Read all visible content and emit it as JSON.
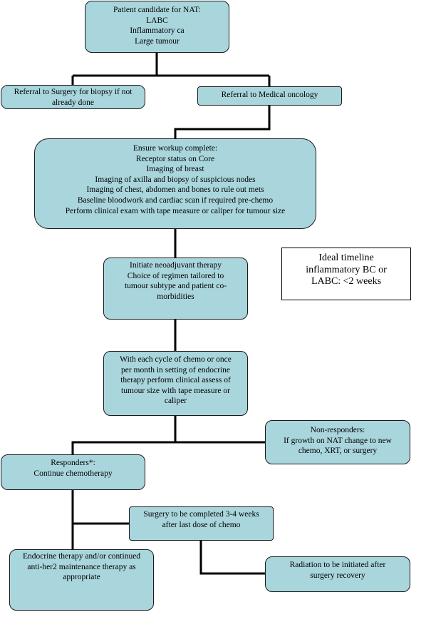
{
  "diagram": {
    "nodes": {
      "candidate": [
        "Patient candidate for NAT:",
        "LABC",
        "Inflammatory ca",
        "Large tumour"
      ],
      "surgery_referral": [
        "Referral to Surgery for biopsy if not",
        "already done"
      ],
      "oncology_referral": [
        "Referral to Medical oncology"
      ],
      "workup": [
        "Ensure workup complete:",
        "Receptor status on Core",
        "Imaging of breast",
        "Imaging of axilla and biopsy of suspicious nodes",
        "Imaging of chest, abdomen and bones to rule out mets",
        "Baseline bloodwork and cardiac scan if required pre-chemo",
        "Perform clinical exam with tape measure or caliper for tumour size"
      ],
      "initiate": [
        "Initiate neoadjuvant therapy",
        "Choice of regimen tailored to",
        "tumour subtype and patient co-",
        "morbidities"
      ],
      "monitor": [
        "With each cycle of chemo or once",
        "per month in setting of endocrine",
        "therapy perform clinical assess of",
        "tumour size with tape measure or",
        "caliper"
      ],
      "non_responders": [
        "Non-responders:",
        "If growth on NAT change to new",
        "chemo, XRT, or surgery"
      ],
      "responders": [
        "Responders*:",
        "Continue chemotherapy"
      ],
      "surgery_timing": [
        "Surgery to be completed 3-4 weeks",
        "after last dose of chemo"
      ],
      "endocrine": [
        "Endocrine therapy and/or continued",
        "anti-her2 maintenance therapy as",
        "appropriate"
      ],
      "radiation": [
        "Radiation to be initiated after",
        "surgery recovery"
      ]
    },
    "timeline_note": [
      "Ideal timeline",
      "inflammatory BC or",
      "LABC: <2 weeks"
    ],
    "colors": {
      "node_fill": "#a9d5dc",
      "border": "#1a1a1a",
      "connector": "#000000",
      "note_fill": "#ffffff"
    }
  }
}
